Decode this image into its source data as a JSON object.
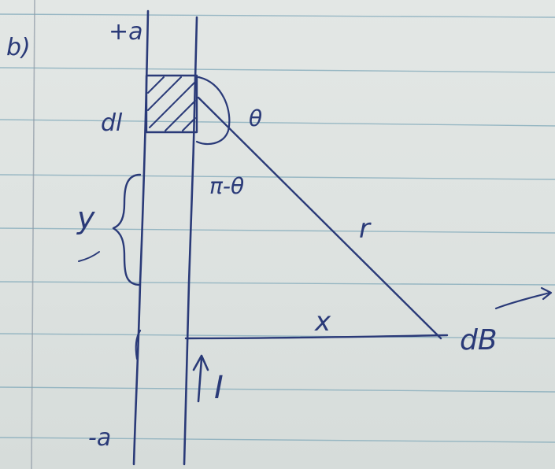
{
  "part_label": "b)",
  "labels": {
    "top_limit": "+a",
    "bottom_limit": "-a",
    "element": "dl",
    "angle": "θ",
    "supplement_angle": "π-θ",
    "y": "y",
    "r": "r",
    "x": "x",
    "field": "dB",
    "current": "I"
  },
  "colors": {
    "ink": "#2a3a78",
    "paper": "#dfe4e2",
    "ruled_lines": "#7fa8b9"
  }
}
